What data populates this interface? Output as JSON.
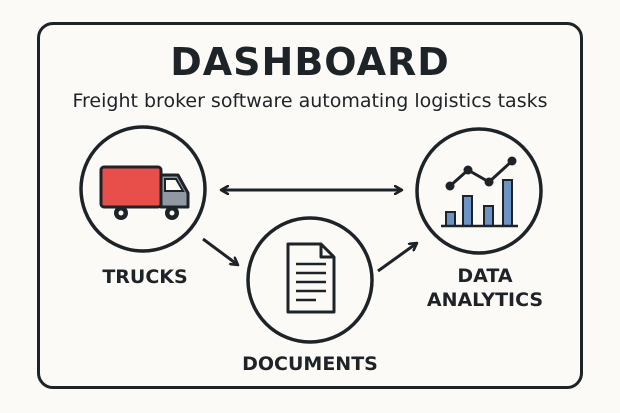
{
  "title": "DASHBOARD",
  "subtitle": "Freight broker software automating logistics tasks",
  "nodes": {
    "trucks": "TRUCKS",
    "documents": "DOCUMENTS",
    "analytics_line1": "DATA",
    "analytics_line2": "ANALYTICS"
  },
  "colors": {
    "ink": "#1e2328",
    "truck_body": "#e84f4a",
    "truck_cab": "#8f98a3",
    "analytics_bars": "#6b93c4",
    "background": "#fbfaf6"
  },
  "icons": [
    "truck-icon",
    "document-icon",
    "analytics-chart-icon"
  ]
}
